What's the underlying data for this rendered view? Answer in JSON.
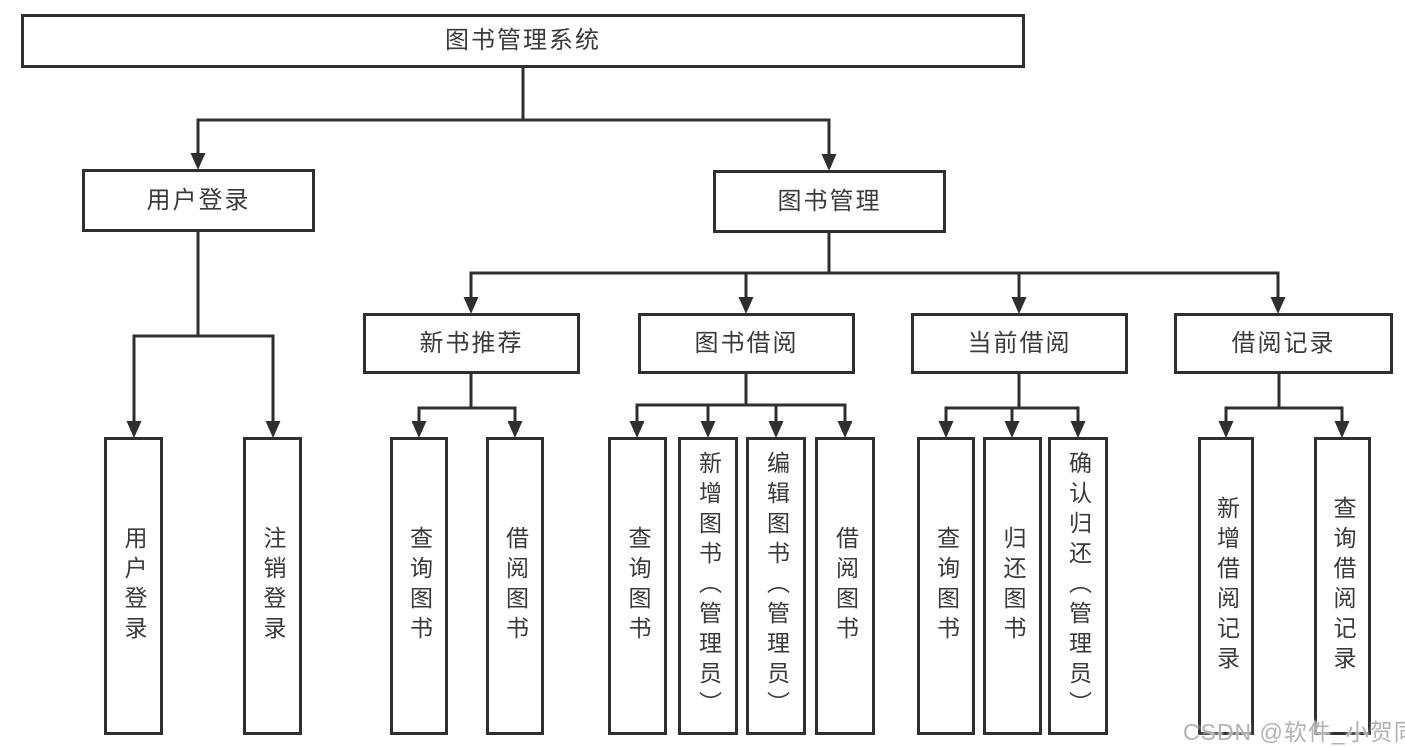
{
  "nodes": {
    "root": "图书管理系统",
    "user_login": "用户登录",
    "book_mgmt": "图书管理",
    "new_book": "新书推荐",
    "book_borrow": "图书借阅",
    "current_borrow": "当前借阅",
    "borrow_record": "借阅记录",
    "ul_login": "用户登录",
    "ul_logout": "注销登录",
    "nb_query": "查询图书",
    "nb_borrow": "借阅图书",
    "bb_query": "查询图书",
    "bb_add": "新增图书（管理员）",
    "bb_edit": "编辑图书（管理员）",
    "bb_borrow": "借阅图书",
    "cb_query": "查询图书",
    "cb_return": "归还图书",
    "cb_confirm": "确认归还（管理员）",
    "br_add": "新增借阅记录",
    "br_query": "查询借阅记录"
  },
  "hierarchy": {
    "root": [
      "user_login",
      "book_mgmt"
    ],
    "user_login": [
      "ul_login",
      "ul_logout"
    ],
    "book_mgmt": [
      "new_book",
      "book_borrow",
      "current_borrow",
      "borrow_record"
    ],
    "new_book": [
      "nb_query",
      "nb_borrow"
    ],
    "book_borrow": [
      "bb_query",
      "bb_add",
      "bb_edit",
      "bb_borrow"
    ],
    "current_borrow": [
      "cb_query",
      "cb_return",
      "cb_confirm"
    ],
    "borrow_record": [
      "br_add",
      "br_query"
    ]
  },
  "watermark": "CSDN @软件_小贺同学",
  "colors": {
    "line": "#2f2f2f",
    "text": "#3a3a3a",
    "box_fill": "#ffffff",
    "background": "#ffffff",
    "watermark": "#b2b2b2"
  }
}
